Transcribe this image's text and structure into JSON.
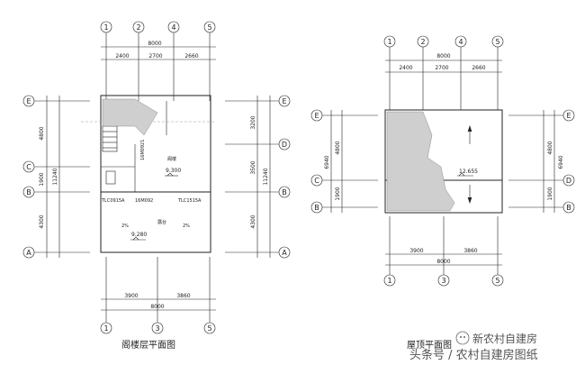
{
  "left_plan": {
    "title": "阁楼层平面图",
    "top_total": "8000",
    "top_dims": [
      "2400",
      "2700",
      "2660"
    ],
    "bottom_total": "8000",
    "bottom_dims": [
      "3900",
      "3860"
    ],
    "top_axes": [
      "1",
      "2",
      "4",
      "5"
    ],
    "bottom_axes": [
      "1",
      "3",
      "5"
    ],
    "left_axes": [
      "E",
      "C",
      "B",
      "A"
    ],
    "right_axes": [
      "E",
      "D",
      "B",
      "A"
    ],
    "left_dims": [
      "4800",
      "1900",
      "4300"
    ],
    "left_total": "11240",
    "right_dims": [
      "3200",
      "3500",
      "4300"
    ],
    "right_total": "11240",
    "rooms": [
      {
        "name": "阁楼",
        "elev": "9.300"
      },
      {
        "name": "露台",
        "elev": "9.280",
        "slope": "2%",
        "slope2": "2%"
      }
    ],
    "door_labels": [
      "16M0921",
      "TLC0915A",
      "16M092",
      "TLC1515A"
    ]
  },
  "right_plan": {
    "title": "屋顶平面图",
    "top_total": "8000",
    "top_dims": [
      "2400",
      "2700",
      "2660"
    ],
    "bottom_total": "8000",
    "bottom_dims": [
      "3900",
      "3860"
    ],
    "top_axes": [
      "1",
      "2",
      "4",
      "5"
    ],
    "bottom_axes": [
      "1",
      "3",
      "5"
    ],
    "left_axes": [
      "E",
      "C",
      "B"
    ],
    "right_axes": [
      "E",
      "D",
      "B"
    ],
    "left_dims": [
      "4800",
      "1900"
    ],
    "left_total": "6940",
    "right_dims": [
      "4800",
      "1900"
    ],
    "right_total": "6940",
    "ridge_elev": "12.655"
  },
  "watermark": {
    "line1": "新农村自建房",
    "line2": "头条号 / 农村自建房图纸"
  }
}
